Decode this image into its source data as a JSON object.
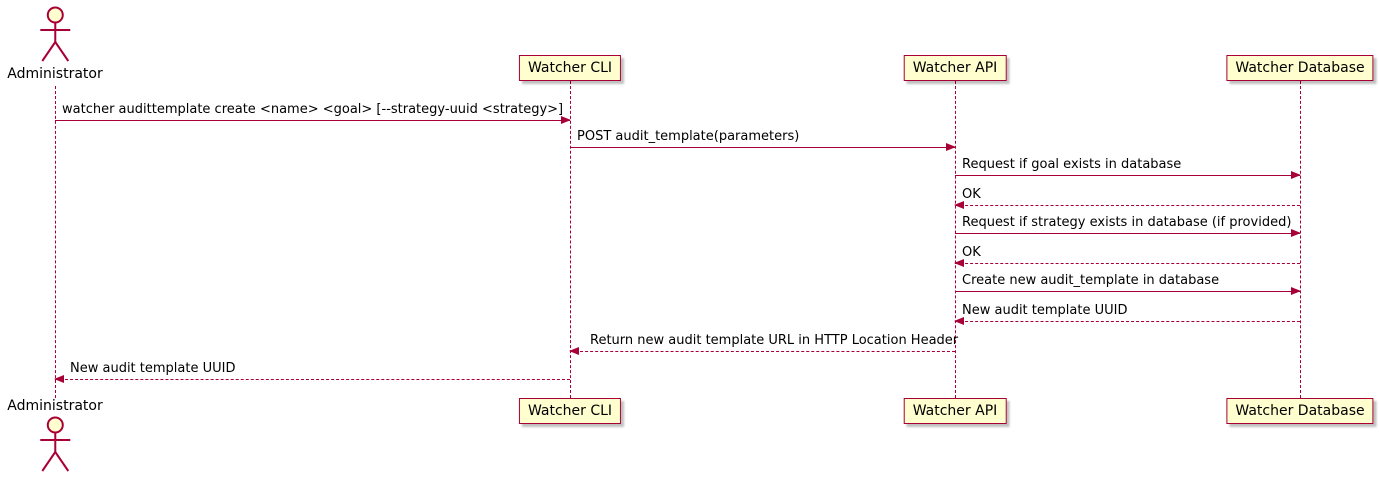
{
  "diagram": {
    "type": "sequence",
    "actor": {
      "name": "Administrator"
    },
    "participants": [
      {
        "label": "Watcher CLI"
      },
      {
        "label": "Watcher API"
      },
      {
        "label": "Watcher Database"
      }
    ],
    "messages": [
      {
        "from": "Administrator",
        "to": "Watcher CLI",
        "style": "solid",
        "text": "watcher audittemplate create <name> <goal> [--strategy-uuid <strategy>]"
      },
      {
        "from": "Watcher CLI",
        "to": "Watcher API",
        "style": "solid",
        "text": "POST audit_template(parameters)"
      },
      {
        "from": "Watcher API",
        "to": "Watcher Database",
        "style": "solid",
        "text": "Request if goal exists in database"
      },
      {
        "from": "Watcher Database",
        "to": "Watcher API",
        "style": "dashed",
        "text": "OK"
      },
      {
        "from": "Watcher API",
        "to": "Watcher Database",
        "style": "solid",
        "text": "Request if strategy exists in database (if provided)"
      },
      {
        "from": "Watcher Database",
        "to": "Watcher API",
        "style": "dashed",
        "text": "OK"
      },
      {
        "from": "Watcher API",
        "to": "Watcher Database",
        "style": "solid",
        "text": "Create new audit_template in database"
      },
      {
        "from": "Watcher Database",
        "to": "Watcher API",
        "style": "dashed",
        "text": "New audit template UUID"
      },
      {
        "from": "Watcher API",
        "to": "Watcher CLI",
        "style": "dashed",
        "text": "Return new audit template URL in HTTP Location Header"
      },
      {
        "from": "Watcher CLI",
        "to": "Administrator",
        "style": "dashed",
        "text": "New audit template UUID"
      }
    ],
    "colors": {
      "stroke": "#A80036",
      "participant_fill": "#FEFECE",
      "text": "#000000",
      "background": "#FFFFFF"
    }
  }
}
